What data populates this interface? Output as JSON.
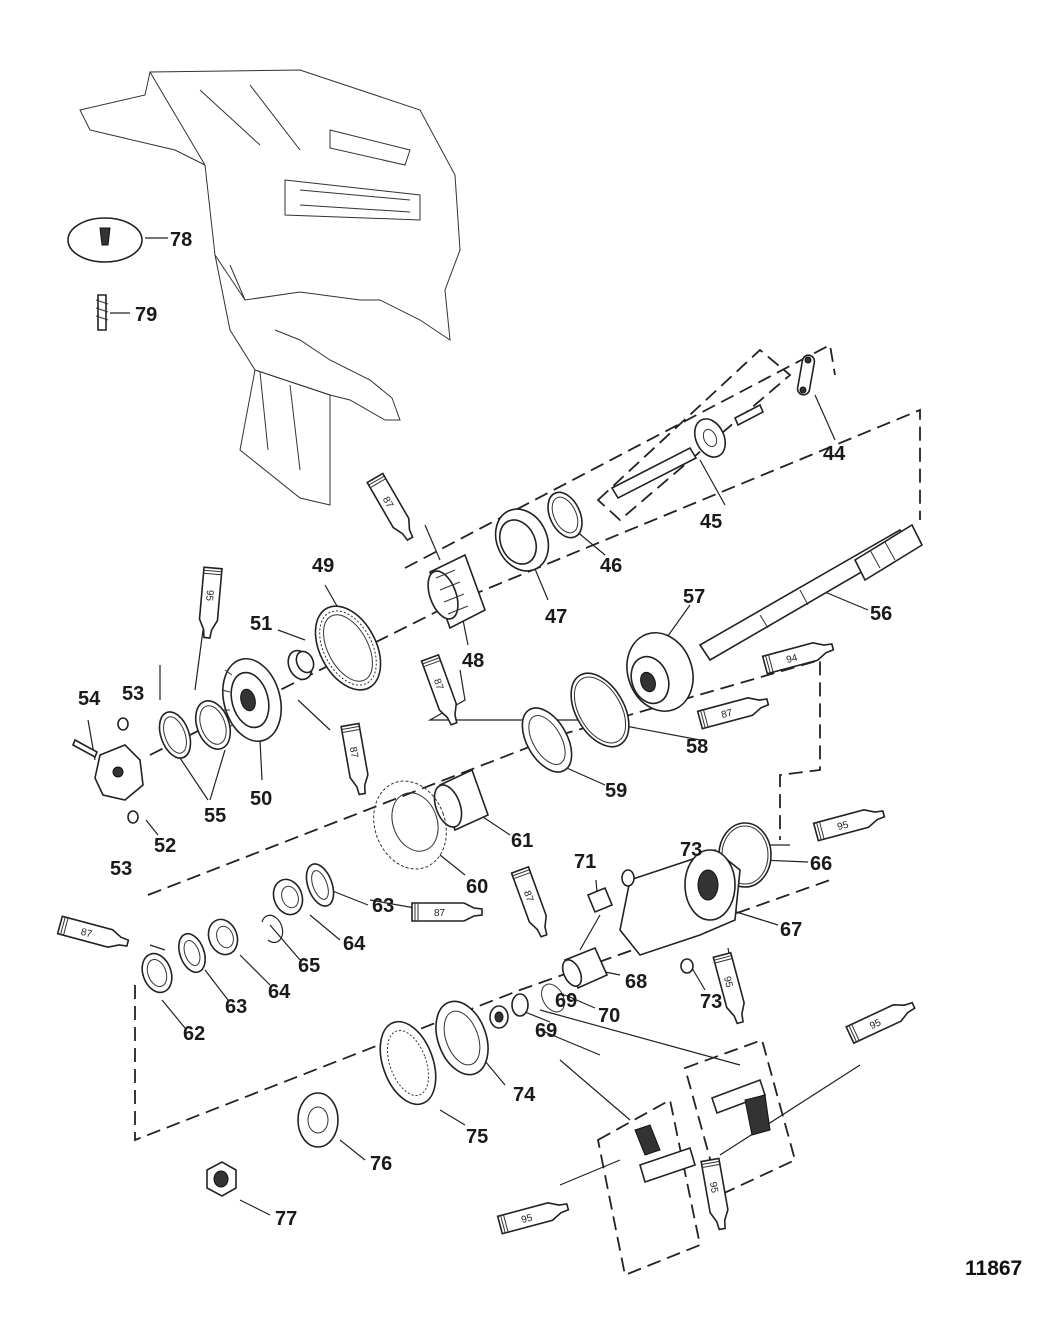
{
  "drawing_number": "11867",
  "callouts": [
    {
      "id": "c78",
      "text": "78"
    },
    {
      "id": "c79",
      "text": "79"
    },
    {
      "id": "c44",
      "text": "44"
    },
    {
      "id": "c45",
      "text": "45"
    },
    {
      "id": "c46",
      "text": "46"
    },
    {
      "id": "c47",
      "text": "47"
    },
    {
      "id": "c48",
      "text": "48"
    },
    {
      "id": "c49",
      "text": "49"
    },
    {
      "id": "c51",
      "text": "51"
    },
    {
      "id": "c56",
      "text": "56"
    },
    {
      "id": "c57",
      "text": "57"
    },
    {
      "id": "c53a",
      "text": "53"
    },
    {
      "id": "c54",
      "text": "54"
    },
    {
      "id": "c50",
      "text": "50"
    },
    {
      "id": "c55",
      "text": "55"
    },
    {
      "id": "c52",
      "text": "52"
    },
    {
      "id": "c53b",
      "text": "53"
    },
    {
      "id": "c58",
      "text": "58"
    },
    {
      "id": "c59",
      "text": "59"
    },
    {
      "id": "c61",
      "text": "61"
    },
    {
      "id": "c60",
      "text": "60"
    },
    {
      "id": "c71",
      "text": "71"
    },
    {
      "id": "c73a",
      "text": "73"
    },
    {
      "id": "c66",
      "text": "66"
    },
    {
      "id": "c67",
      "text": "67"
    },
    {
      "id": "c63a",
      "text": "63"
    },
    {
      "id": "c64a",
      "text": "64"
    },
    {
      "id": "c65",
      "text": "65"
    },
    {
      "id": "c64b",
      "text": "64"
    },
    {
      "id": "c63b",
      "text": "63"
    },
    {
      "id": "c62",
      "text": "62"
    },
    {
      "id": "c68",
      "text": "68"
    },
    {
      "id": "c70",
      "text": "70"
    },
    {
      "id": "c73b",
      "text": "73"
    },
    {
      "id": "c69a",
      "text": "69"
    },
    {
      "id": "c69b",
      "text": "69"
    },
    {
      "id": "c74",
      "text": "74"
    },
    {
      "id": "c75",
      "text": "75"
    },
    {
      "id": "c76",
      "text": "76"
    },
    {
      "id": "c77",
      "text": "77"
    }
  ],
  "lubricant_tubes": [
    {
      "id": "t87a",
      "text": "87"
    },
    {
      "id": "t95a",
      "text": "95"
    },
    {
      "id": "t87b",
      "text": "87"
    },
    {
      "id": "t94",
      "text": "94"
    },
    {
      "id": "t87c",
      "text": "87"
    },
    {
      "id": "t87d",
      "text": "87"
    },
    {
      "id": "t95b",
      "text": "95"
    },
    {
      "id": "t87e",
      "text": "87"
    },
    {
      "id": "t87f",
      "text": "87"
    },
    {
      "id": "t87g",
      "text": "87"
    },
    {
      "id": "t95c",
      "text": "95"
    },
    {
      "id": "t95d",
      "text": "95"
    },
    {
      "id": "t95e",
      "text": "95"
    },
    {
      "id": "t95f",
      "text": "95"
    }
  ]
}
